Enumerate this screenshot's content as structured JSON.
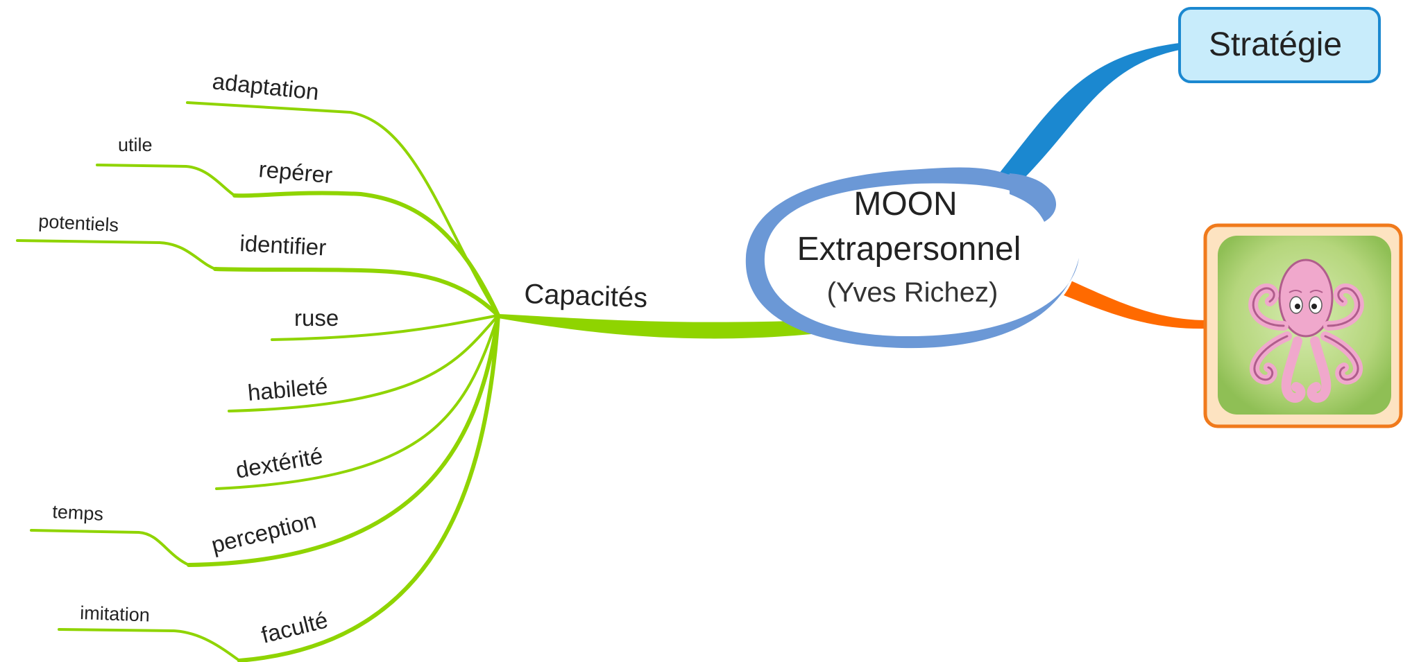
{
  "center": {
    "line1": "MOON",
    "line2": "Extrapersonnel",
    "line3": "(Yves Richez)"
  },
  "main_branch": {
    "label": "Capacités",
    "color": "#8fd400"
  },
  "branches": [
    {
      "label": "adaptation"
    },
    {
      "label": "repérer",
      "sub": "utile"
    },
    {
      "label": "identifier",
      "sub": "potentiels"
    },
    {
      "label": "ruse"
    },
    {
      "label": "habileté"
    },
    {
      "label": "dextérité"
    },
    {
      "label": "perception",
      "sub": "temps"
    },
    {
      "label": "faculté",
      "sub": "imitation"
    }
  ],
  "strategy": {
    "label": "Stratégie",
    "color": "#1b88d0",
    "fill": "#c8ecfb"
  },
  "image_node": {
    "icon": "octopus-icon",
    "border_color": "#f07a1c",
    "link_color": "#ff6a00"
  },
  "colors": {
    "green": "#8fd400",
    "ellipse": "#6b98d6"
  }
}
